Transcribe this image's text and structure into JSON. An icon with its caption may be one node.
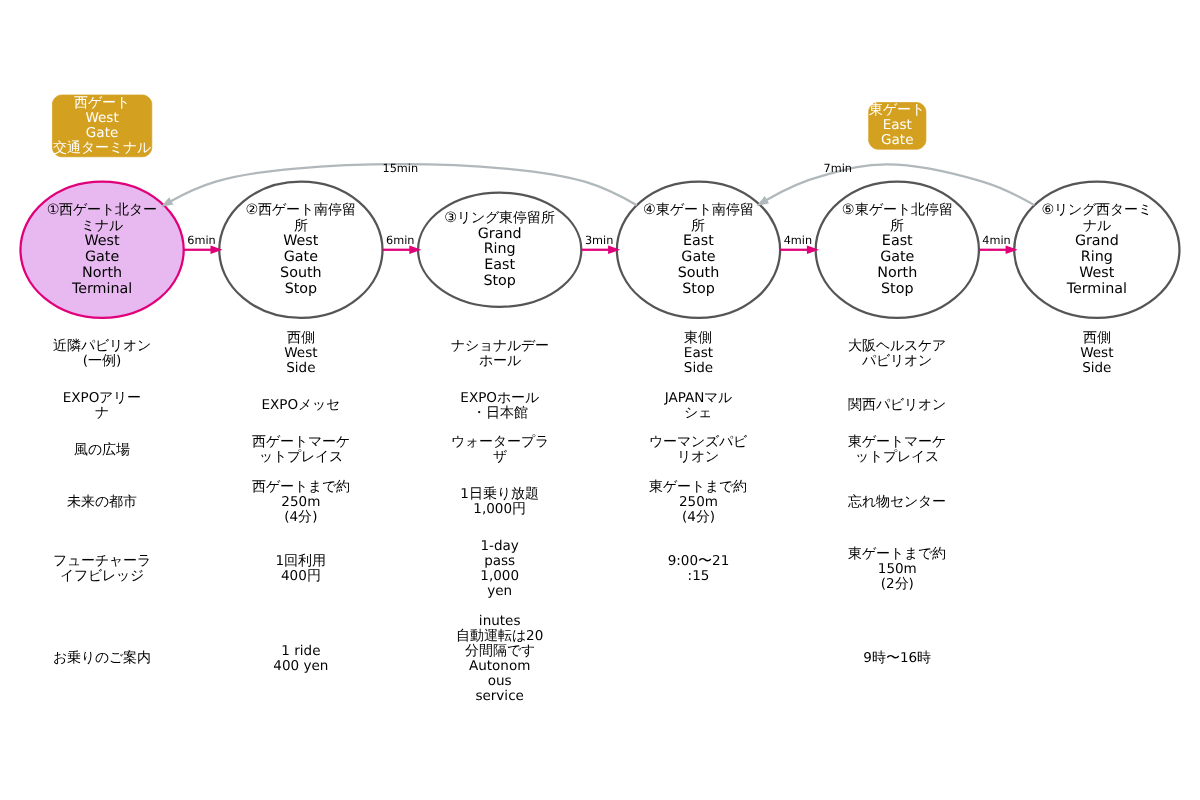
{
  "diagram": {
    "nodes": [
      {
        "text": [
          "①西ゲート北ターミナル",
          "West Gate North Terminal"
        ],
        "beside": [
          "西ゲート West Gate 交通ターミナル"
        ]
      },
      {
        "text": [
          "②西ゲート南停留所",
          "West Gate South Stop"
        ]
      },
      {
        "text": [
          "③リング東停留所",
          "Grand Ring East Stop"
        ]
      },
      {
        "text": [
          "④東ゲート南停留所",
          "East Gate South Stop"
        ]
      },
      {
        "text": [
          "⑤東ゲート北停留所",
          "East Gate North Stop"
        ],
        "beside": [
          "東ゲート East Gate"
        ]
      },
      {
        "text": [
          "⑥リング西ターミナル",
          "Grand Ring West Terminal"
        ]
      }
    ],
    "edges": [
      {
        "from": 0,
        "to": 1,
        "arrow": "to",
        "label": "6min"
      },
      {
        "from": 1,
        "to": 2,
        "arrow": "to",
        "label": "6min"
      },
      {
        "from": 2,
        "to": 3,
        "arrow": "to",
        "label": "3min"
      },
      {
        "from": 3,
        "to": 4,
        "arrow": "to",
        "label": "4min"
      },
      {
        "from": 4,
        "to": 5,
        "arrow": "to",
        "label": "4min"
      },
      {
        "from": 5,
        "to": 3,
        "arrow": "to",
        "label": "7min",
        "color": "#b0b8bc"
      },
      {
        "from": 3,
        "to": 0,
        "arrow": "to",
        "label": "15min",
        "color": "#b0b8bc"
      }
    ],
    "labels": [
      "近隣パビリオン (一例)",
      "西側 West Side",
      "東側 East Side",
      "西側 West Side",
      "EXPOアリーナ",
      "風の広場",
      "未来の都市",
      "フューチャーライフビレッジ",
      "EXPOメッセ",
      "西ゲートマーケットプレイス",
      "ナショナルデーホール",
      "EXPOホール・日本館",
      "ウォータープラザ",
      "JAPANマルシェ",
      "ウーマンズパビリオン",
      "大阪ヘルスケアパビリオン",
      "関西パビリオン",
      "東ゲートマーケットプレイス",
      "忘れ物センター",
      "お乗りのご案内",
      "西ゲートまで約250m (4分)",
      "東ゲートまで約250m (4分)",
      "東ゲートまで約150m (2分)",
      "1回利用 400円",
      "1 ride 400 yen",
      "1日乗り放題 1,000円",
      "1-day pass 1,000 yen",
      "9:00〜21:15",
      "9時〜16時",
      "inutes 自動運転は20分間隔です Autonomous service"
    ]
  }
}
